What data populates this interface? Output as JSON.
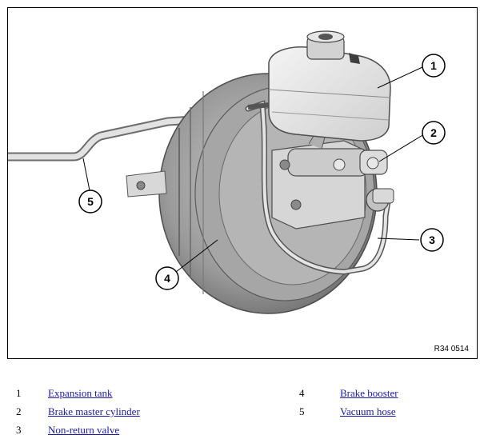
{
  "figure": {
    "reference": "R34 0514",
    "callouts": [
      "1",
      "2",
      "3",
      "4",
      "5"
    ]
  },
  "legend": [
    {
      "num": "1",
      "label": "Expansion tank"
    },
    {
      "num": "2",
      "label": "Brake master cylinder"
    },
    {
      "num": "3",
      "label": "Non-return valve"
    },
    {
      "num": "4",
      "label": "Brake booster"
    },
    {
      "num": "5",
      "label": "Vacuum hose"
    }
  ],
  "colors": {
    "link": "#1a1aa6",
    "part_light": "#e4e4e4",
    "part_mid": "#b8b8b8",
    "part_dark": "#7a7a7a"
  }
}
